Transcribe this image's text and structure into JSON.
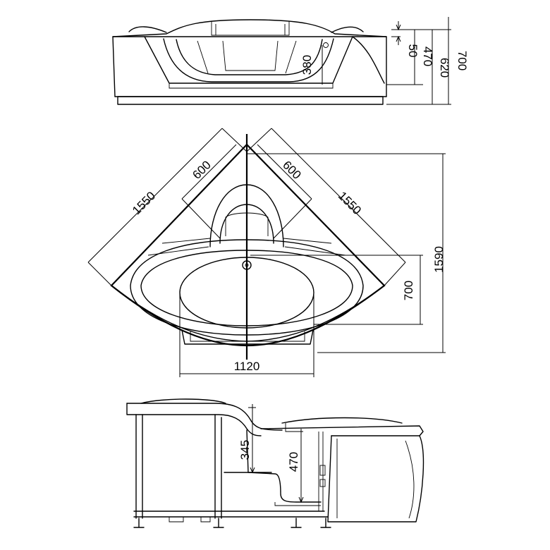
{
  "top_view": {
    "dims": {
      "d50": "50",
      "d470": "470",
      "d620": "620",
      "d700": "700",
      "d380": "380"
    }
  },
  "plan_view": {
    "dims": {
      "side_left": "1550",
      "side_right": "1550",
      "seat_left": "600",
      "seat_right": "600",
      "depth": "1590",
      "basin_depth": "700",
      "basin_width": "1120"
    }
  },
  "side_view": {
    "dims": {
      "seat_height": "345",
      "inner_depth": "470"
    }
  }
}
